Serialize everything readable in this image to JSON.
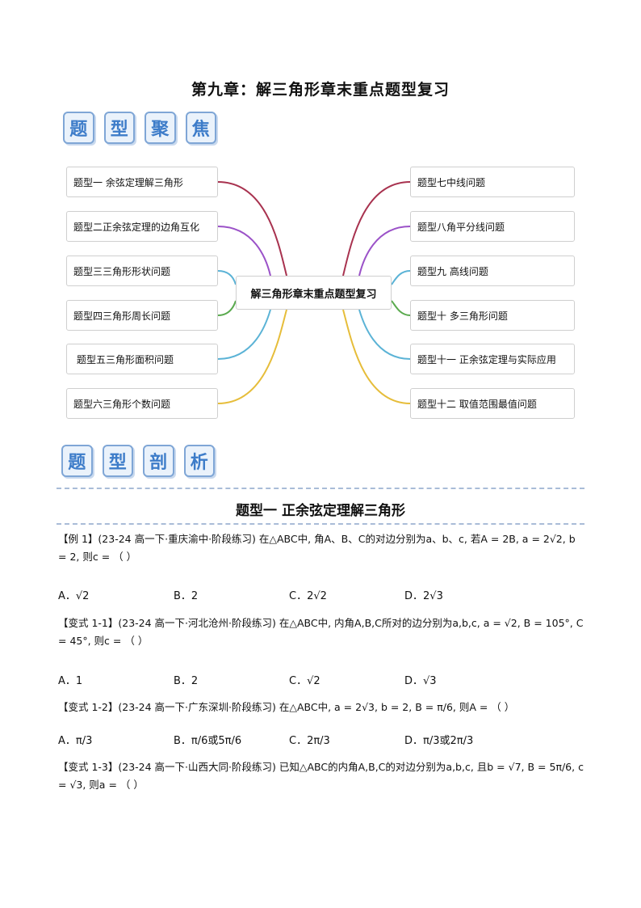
{
  "title": "第九章：解三角形章末重点题型复习",
  "banner1": [
    "题",
    "型",
    "聚",
    "焦"
  ],
  "banner2": [
    "题",
    "型",
    "剖",
    "析"
  ],
  "mindmap": {
    "center": "解三角形章末重点题型复习",
    "left": [
      "题型一 余弦定理解三角形",
      "题型二正余弦定理的边角互化",
      "题型三三角形形状问题",
      "题型四三角形周长问题",
      "题型五三角形面积问题",
      "题型六三角形个数问题"
    ],
    "right": [
      "题型七中线问题",
      "题型八角平分线问题",
      "题型九 高线问题",
      "题型十 多三角形问题",
      "题型十一 正余弦定理与实际应用",
      "题型十二 取值范围最值问题"
    ],
    "colors": [
      "#a8324f",
      "#9b52c8",
      "#5bb3d6",
      "#5aaa4e",
      "#5bb3d6",
      "#e6bd3a"
    ]
  },
  "section1": {
    "title": "题型一  正余弦定理解三角形",
    "q1": {
      "text": "【例 1】(23-24 高一下·重庆渝中·阶段练习) 在△ABC中, 角A、B、C的对边分别为a、b、c, 若A = 2B, a = 2√2, b = 2, 则c = （    ）",
      "options": [
        "A．√2",
        "B．2",
        "C．2√2",
        "D．2√3"
      ]
    },
    "q2": {
      "text": "【变式 1-1】(23-24 高一下·河北沧州·阶段练习) 在△ABC中, 内角A,B,C所对的边分别为a,b,c, a = √2, B = 105°, C = 45°, 则c = （    ）",
      "options": [
        "A．1",
        "B．2",
        "C．√2",
        "D．√3"
      ]
    },
    "q3": {
      "text": "【变式 1-2】(23-24 高一下·广东深圳·阶段练习) 在△ABC中, a = 2√3, b = 2, B = π/6, 则A = （    ）",
      "options": [
        "A．π/3",
        "B．π/6或5π/6",
        "C．2π/3",
        "D．π/3或2π/3"
      ]
    },
    "q4": {
      "text": "【变式 1-3】(23-24 高一下·山西大同·阶段练习) 已知△ABC的内角A,B,C的对边分别为a,b,c, 且b = √7, B = 5π/6, c = √3, 则a = （    ）"
    }
  }
}
